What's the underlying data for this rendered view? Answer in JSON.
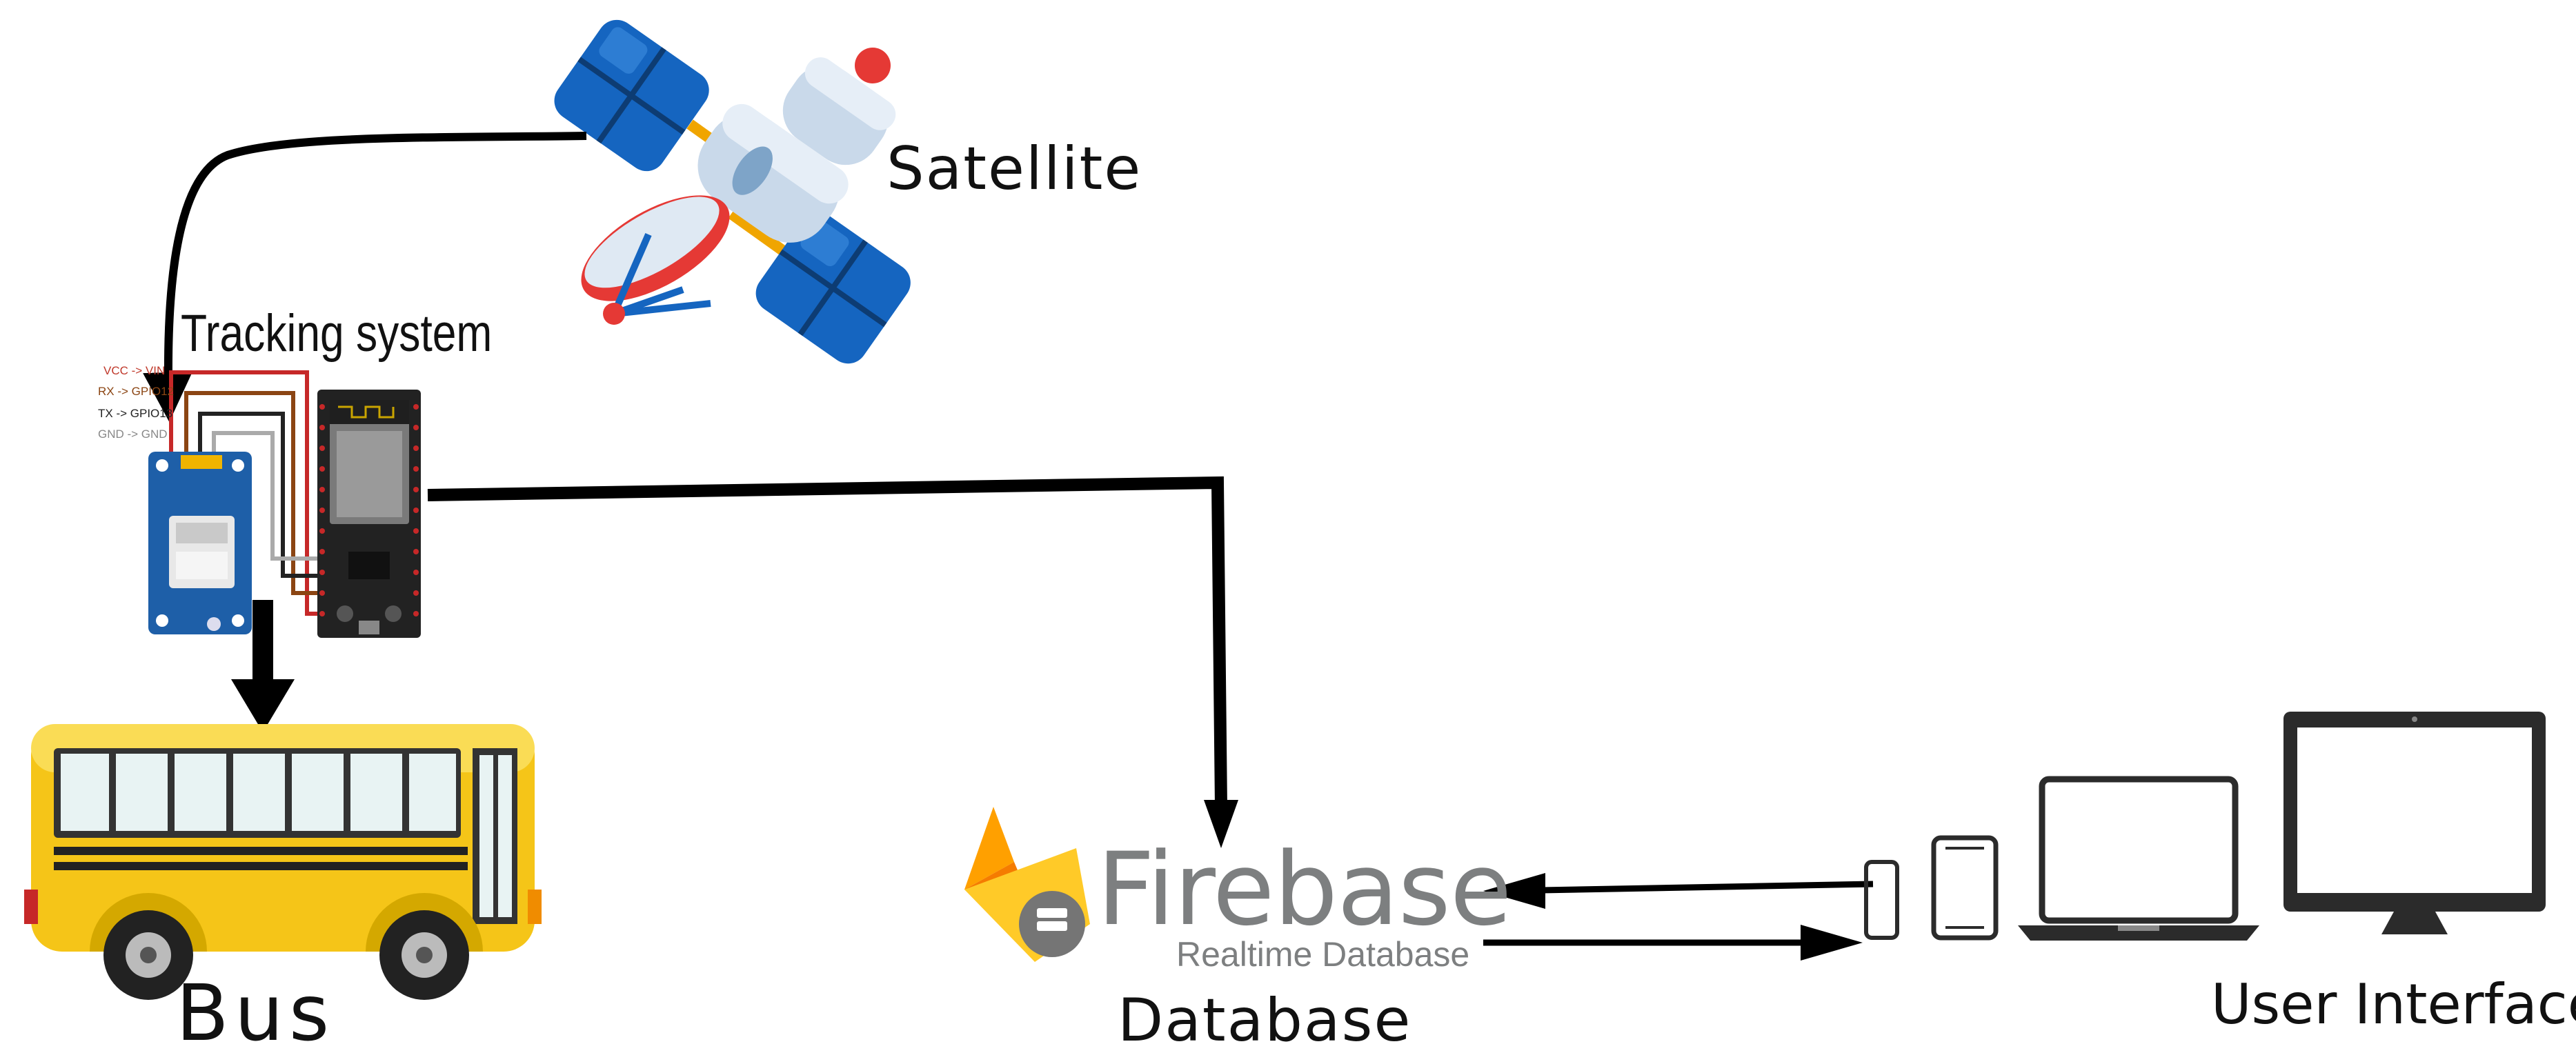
{
  "labels": {
    "satellite": "Satellite",
    "tracking_system": "Tracking system",
    "bus": "Bus",
    "database": "Database",
    "user_interface": "User Interface"
  },
  "firebase_logo": {
    "wordmark": "Firebase",
    "subtitle": "Realtime Database"
  },
  "wiring_legend": [
    "VCC -> VIN",
    "RX -> GPIO12",
    "TX -> GPIO13",
    "GND -> GND"
  ],
  "colors": {
    "arrow": "#000000",
    "bus_body": "#f5c518",
    "gps_board": "#1e5fa8",
    "esp_board": "#222222",
    "satellite_panels": "#1565c0",
    "satellite_body": "#b9cde0",
    "firebase_yellow": "#ffca28",
    "firebase_orange": "#f57c00",
    "firebase_text": "#7d7f80",
    "device": "#2b2b2b"
  },
  "icons": [
    "satellite-icon",
    "gps-module-icon",
    "esp32-board-icon",
    "bus-icon",
    "firebase-icon",
    "phone-icon",
    "tablet-icon",
    "laptop-icon",
    "monitor-icon"
  ]
}
